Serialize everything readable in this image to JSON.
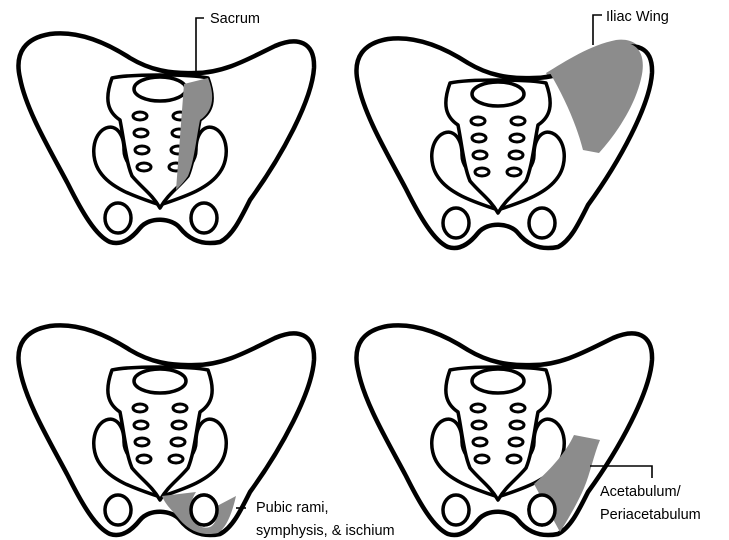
{
  "panels": [
    {
      "id": "sacrum",
      "label_lines": [
        "Sacrum"
      ]
    },
    {
      "id": "iliac-wing",
      "label_lines": [
        "Iliac Wing"
      ]
    },
    {
      "id": "pubic-rami",
      "label_lines": [
        "Pubic rami,",
        "symphysis, & ischium"
      ]
    },
    {
      "id": "acetabulum",
      "label_lines": [
        "Acetabulum/",
        "Periacetabulum"
      ]
    }
  ],
  "colors": {
    "highlight": "#8c8c8c",
    "outline": "#000000",
    "background": "#ffffff"
  }
}
